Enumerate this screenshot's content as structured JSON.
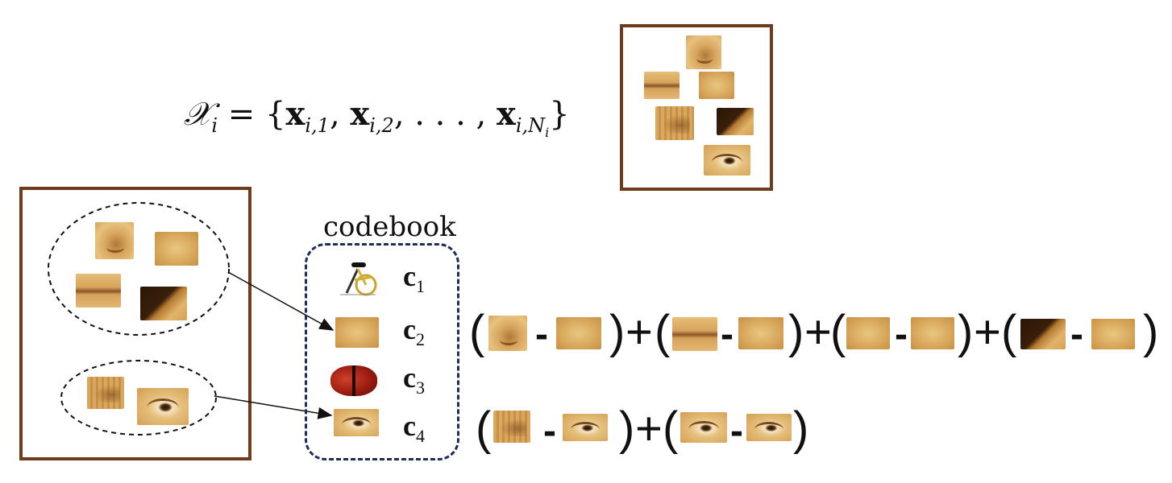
{
  "formula": {
    "lhs_symbol": "𝒳",
    "lhs_sub": "i",
    "equals": " = {",
    "x": "x",
    "sub1": "i,1",
    "sub2": "i,2",
    "dots": ", . . . , ",
    "subN_prefix": "i,N",
    "subN_sub": "i",
    "close": "}",
    "comma": ", "
  },
  "codebook": {
    "label": "codebook",
    "entries": [
      {
        "symbol": "c",
        "sub": "1"
      },
      {
        "symbol": "c",
        "sub": "2"
      },
      {
        "symbol": "c",
        "sub": "3"
      },
      {
        "symbol": "c",
        "sub": "4"
      }
    ]
  },
  "equations": {
    "open": "(",
    "close": ")",
    "minus": "-",
    "plus": "+"
  },
  "colors": {
    "frame": "#6e3b1c",
    "codebook_border": "#1e2d5a"
  }
}
